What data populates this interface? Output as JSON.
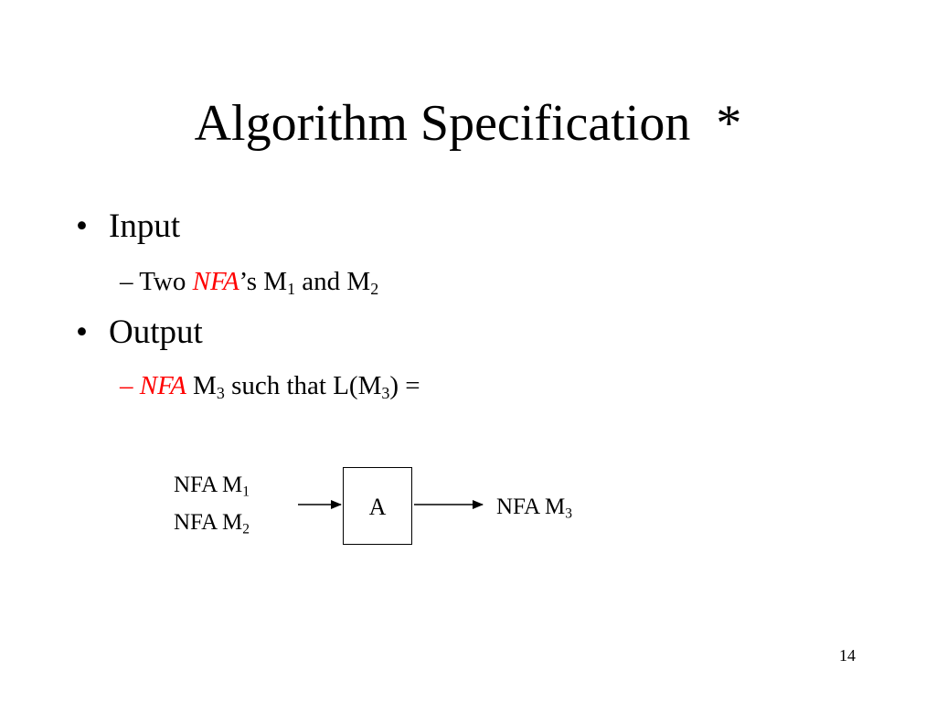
{
  "slide": {
    "title": "Algorithm Specification  *",
    "bullets": [
      {
        "label": "Input",
        "sub": {
          "dash": "–",
          "prefix": "Two ",
          "nfa": "NFA",
          "mid": "’s M",
          "sub1": "1",
          "and": " and M",
          "sub2": "2"
        }
      },
      {
        "label": "Output",
        "sub": {
          "dash": "–",
          "nfa": "NFA",
          "m": " M",
          "sub1": "3",
          "text": " such that L(M",
          "sub2": "3",
          "end": ") ="
        }
      }
    ],
    "bullet_char": "•",
    "diagram": {
      "input1": {
        "text": "NFA M",
        "sub": "1"
      },
      "input2": {
        "text": "NFA M",
        "sub": "2"
      },
      "box_label": "A",
      "output": {
        "text": "NFA M",
        "sub": "3"
      }
    },
    "page_number": "14",
    "colors": {
      "text": "#000000",
      "highlight": "#ff0000",
      "background": "#ffffff"
    }
  }
}
